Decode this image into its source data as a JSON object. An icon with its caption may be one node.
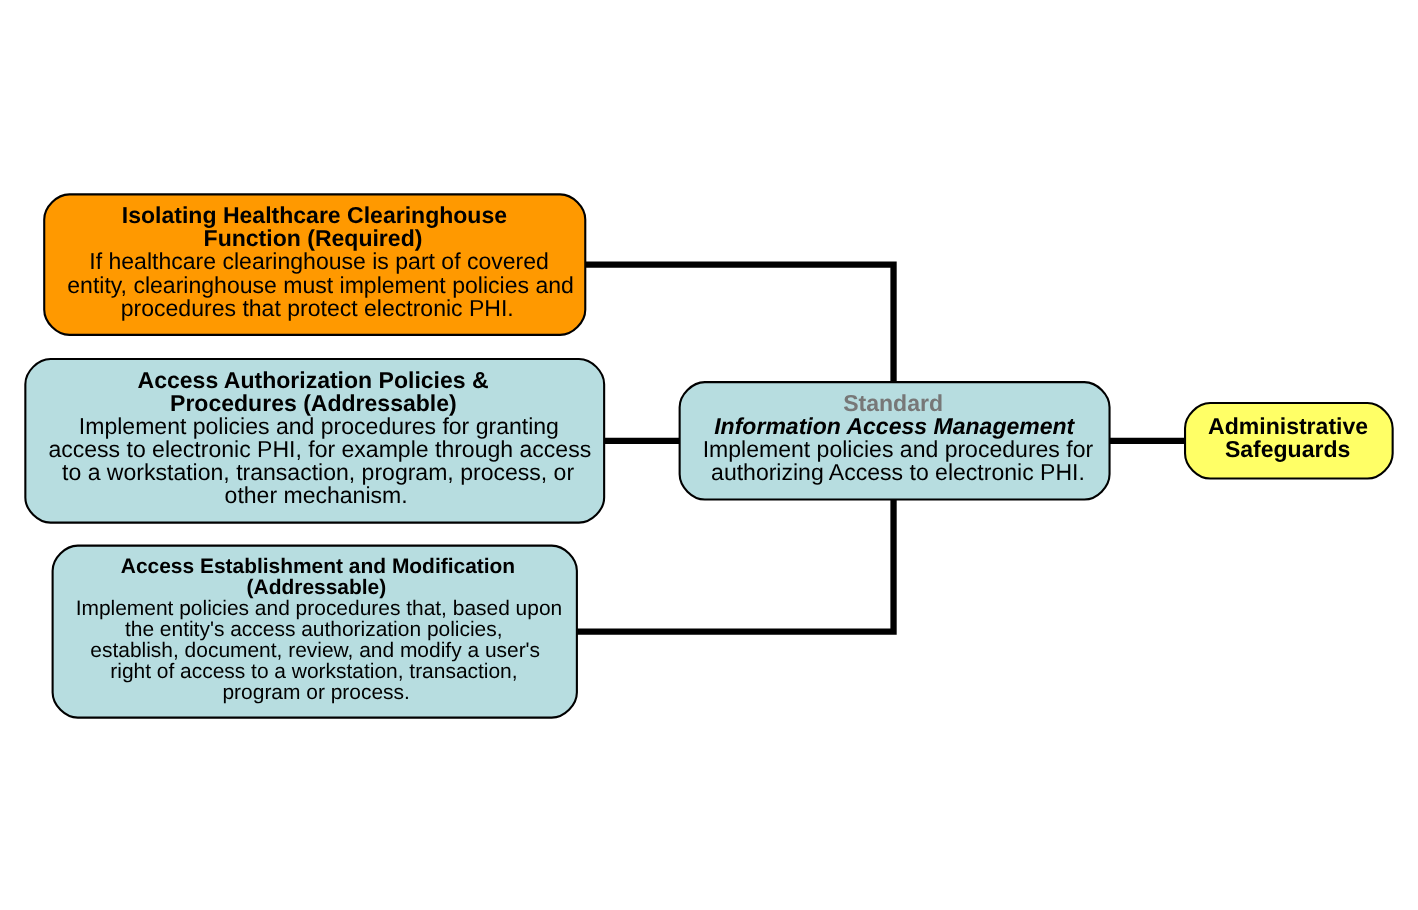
{
  "diagram": {
    "nodes": [
      {
        "text": [
          "Administrative Safeguards"
        ]
      },
      {
        "text": [
          "Standard",
          "Information Access Management",
          "Implement policies and procedures for authorizing Access to electronic PHI."
        ]
      },
      {
        "text": [
          "Isolating Healthcare Clearinghouse Function (Required)",
          "If healthcare clearinghouse is part of covered entity, clearinghouse must implement policies and procedures that protect electronic PHI."
        ]
      },
      {
        "text": [
          "Access Authorization Policies & Procedures (Addressable)",
          "Implement policies and procedures for granting access to electronic PHI, for example through access to a workstation, transaction, program, process, or other mechanism."
        ]
      },
      {
        "text": [
          "Access Establishment and Modification (Addressable)",
          "Implement policies and procedures that, based upon the entity's access authorization policies, establish, document, review, and modify a user's right of access to a workstation, transaction, program or process."
        ]
      }
    ],
    "edges": [
      {
        "from": 0,
        "to": 1,
        "arrow": "none"
      },
      {
        "from": 1,
        "to": 2,
        "arrow": "none"
      },
      {
        "from": 1,
        "to": 3,
        "arrow": "none"
      },
      {
        "from": 1,
        "to": 4,
        "arrow": "none"
      }
    ]
  }
}
